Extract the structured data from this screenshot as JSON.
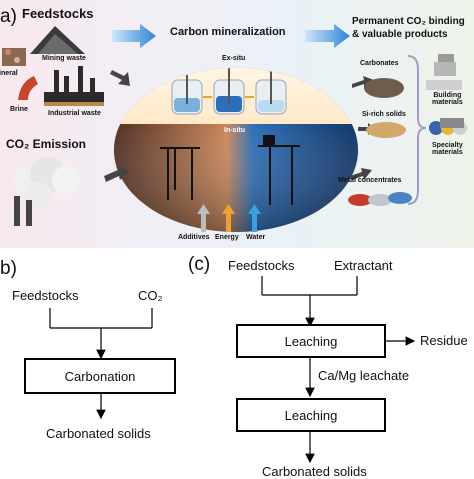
{
  "panel_a": {
    "label": "a)",
    "feedstocks_title": "Feedstocks",
    "mining_waste": "Mining waste",
    "mineral": "ineral",
    "brine": "Brine",
    "industrial_waste": "Industrial waste",
    "co2_emission": "CO₂ Emission",
    "carbon_mineralization": "Carbon mineralization",
    "ex_situ": "Ex-situ",
    "in_situ": "In-situ",
    "permanent_title_line1": "Permanent CO₂ binding",
    "permanent_title_line2": "& valuable products",
    "carbonates": "Carbonates",
    "si_rich_solids": "Si-rich solids",
    "metal_concentrates": "Metal concentrates",
    "building_materials_1": "Building",
    "building_materials_2": "materials",
    "specialty_materials_1": "Specialty",
    "specialty_materials_2": "materials",
    "additives": "Additives",
    "energy": "Energy",
    "water": "Water"
  },
  "panel_b": {
    "label": "b)",
    "feedstocks": "Feedstocks",
    "co2": "CO₂",
    "carbonation": "Carbonation",
    "carbonated_solids": "Carbonated solids"
  },
  "panel_c": {
    "label": "(c)",
    "feedstocks": "Feedstocks",
    "extractant": "Extractant",
    "leaching_1": "Leaching",
    "residue": "Residue",
    "leachate": "Ca/Mg leachate",
    "leaching_2": "Leaching",
    "carbonated_solids": "Carbonated solids"
  },
  "colors": {
    "arrow_blue": "#2f84d6",
    "additives_arrow": "#bdbdbd",
    "energy_arrow": "#f0a030",
    "water_arrow": "#3aa0e0"
  }
}
